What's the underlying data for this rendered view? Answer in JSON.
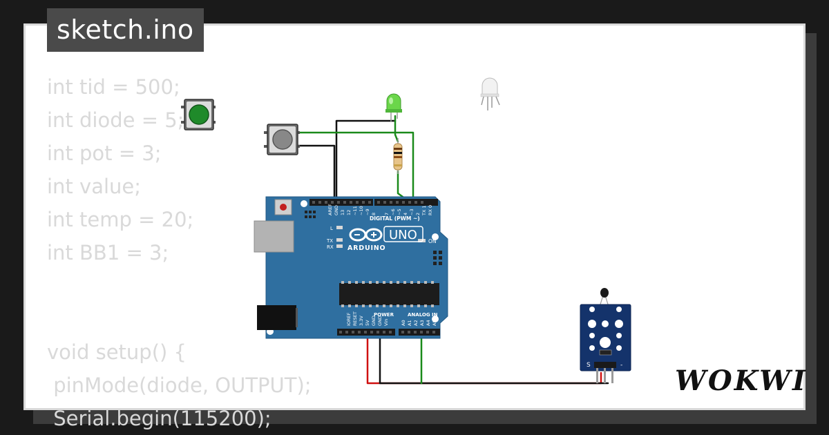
{
  "sketch": {
    "filename": "sketch.ino"
  },
  "code_lines": [
    "int tid = 500;",
    "int diode = 5;",
    "int pot = 3;",
    "int value;",
    "int temp = 20;",
    "int BB1 = 3;",
    "",
    "",
    "void setup() {",
    " pinMode(diode, OUTPUT);",
    " Serial.begin(115200);"
  ],
  "board": {
    "brand": "ARDUINO",
    "model": "UNO",
    "digital_label": "DIGITAL (PWM ~)",
    "analog_label": "ANALOG IN",
    "power_label": "POWER",
    "on_label": "ON",
    "l_label": "L",
    "tx_label": "TX",
    "rx_label": "RX",
    "digital_pins": [
      "AREF",
      "GND",
      "13",
      "12",
      "~11",
      "~10",
      "~9",
      "8",
      "7",
      "~6",
      "~5",
      "4",
      "~3",
      "2",
      "TX 1",
      "RX 0"
    ],
    "power_pins": [
      "IOREF",
      "RESET",
      "3.3V",
      "5V",
      "GND",
      "GND",
      "Vin"
    ],
    "analog_pins": [
      "A0",
      "A1",
      "A2",
      "A3",
      "A4",
      "A5"
    ]
  },
  "sensor": {
    "pin_s": "S",
    "pin_minus": "-"
  },
  "brand_logo": "WOKWI",
  "colors": {
    "board_blue": "#2f6fa0",
    "wire_green": "#1a8a1a",
    "wire_black": "#111111",
    "wire_red": "#d01010",
    "button_green": "#1f8a2a",
    "led_green": "#6bd64a",
    "sensor_blue": "#14336b",
    "code_text": "#d9d9d9"
  },
  "components": {
    "push_button_green": "push-button-green",
    "push_button_gray": "push-button-gray",
    "led": "green-led",
    "rgb_led": "rgb-led",
    "resistor": "resistor",
    "temperature_sensor": "ntc-temperature-sensor"
  }
}
